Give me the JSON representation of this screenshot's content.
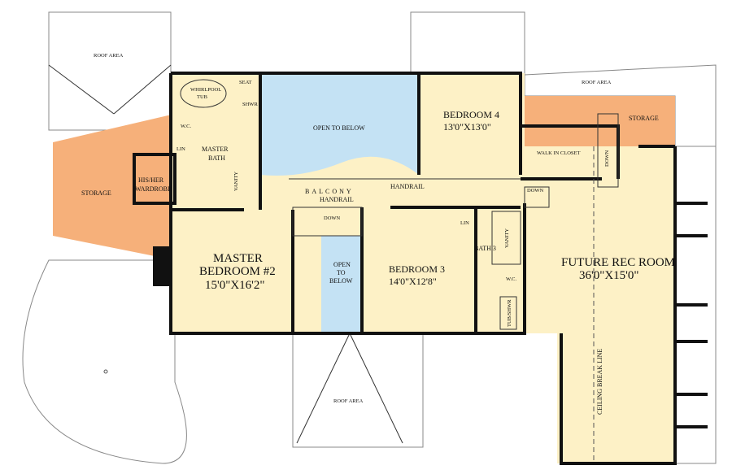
{
  "colors": {
    "living": "#fdf1c6",
    "open": "#c4e2f4",
    "storage": "#f6b07a",
    "roof": "#ffffff",
    "wall": "#111111"
  },
  "labels": {
    "roof_left": "ROOF AREA",
    "roof_right": "ROOF AREA",
    "roof_bottom": "ROOF AREA",
    "whirlpool_1": "WHIRLPOOL",
    "whirlpool_2": "TUB",
    "seat": "SEAT",
    "shower": "SHWR",
    "wc_master": "W.C.",
    "lin_master": "LIN",
    "master_bath_1": "MASTER",
    "master_bath_2": "BATH",
    "vanity_master": "VANITY",
    "wardrobe_1": "HIS/HER",
    "wardrobe_2": "WARDROBE",
    "storage_left": "STORAGE",
    "open_to_below_top": "OPEN TO BELOW",
    "balcony": "BALCONY",
    "handrail_1": "HANDRAIL",
    "handrail_2": "HANDRAIL",
    "bedroom4_name": "BEDROOM 4",
    "bedroom4_size": "13'0\"X13'0\"",
    "walk_in_closet": "WALK IN CLOSET",
    "storage_right": "STORAGE",
    "down_1": "DOWN",
    "down_2": "DOWN",
    "down_3": "DOWN",
    "master_bed_name": "MASTER",
    "master_bed_name2": "BEDROOM #2",
    "master_bed_size": "15'0\"X16'2\"",
    "open_below_1": "OPEN",
    "open_below_2": "TO",
    "open_below_3": "BELOW",
    "bedroom3_name": "BEDROOM 3",
    "bedroom3_size": "14'0\"X12'8\"",
    "lin_bath3": "LIN",
    "bath3": "BATH 3",
    "vanity_bath3": "VANITY",
    "wc_bath3": "W.C.",
    "tub_shower": "TUB/SHWR",
    "rec_name": "FUTURE REC ROOM",
    "rec_size": "36'0\"X15'0\"",
    "ceiling_break": "CEILING BREAK LINE"
  }
}
